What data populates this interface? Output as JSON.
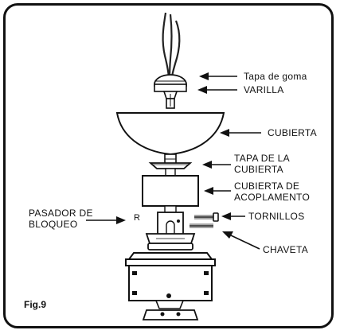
{
  "figure": {
    "caption": "Fig.9"
  },
  "labels": {
    "rubber_cap": "Tapa de goma",
    "rod": "VARILLA",
    "cover": "CUBIERTA",
    "cover_cap_line1": "TAPA DE LA",
    "cover_cap_line2": "CUBIERTA",
    "coupling_cover_line1": "CUBIERTA DE",
    "coupling_cover_line2": "ACOPLAMENTO",
    "lock_pin_line1": "PASADOR DE",
    "lock_pin_line2": "BLOQUEO",
    "screws": "TORNILLOS",
    "cotter_pin": "CHAVETA",
    "pin_mark": "R"
  }
}
